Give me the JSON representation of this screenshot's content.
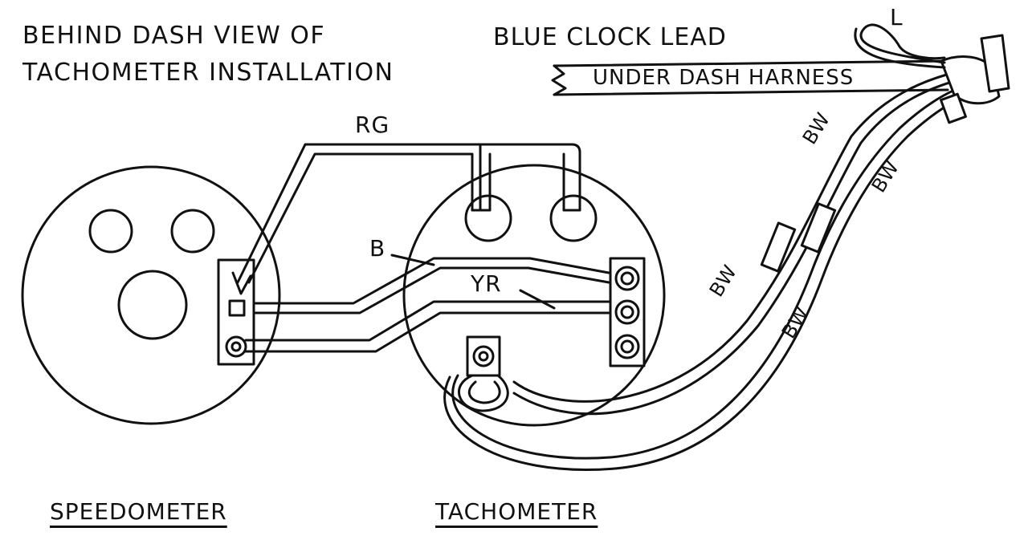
{
  "heading": {
    "line1": "BEHIND DASH VIEW OF",
    "line2": "TACHOMETER INSTALLATION"
  },
  "labels": {
    "blue_clock_lead": "BLUE CLOCK LEAD",
    "under_dash_harness": "UNDER DASH HARNESS",
    "l": "L",
    "rg": "RG",
    "b": "B",
    "yr": "YR",
    "bw_1": "BW",
    "bw_2": "BW",
    "bw_3": "BW",
    "bw_4": "BW"
  },
  "captions": {
    "speedometer": "SPEEDOMETER",
    "tachometer": "TACHOMETER"
  }
}
